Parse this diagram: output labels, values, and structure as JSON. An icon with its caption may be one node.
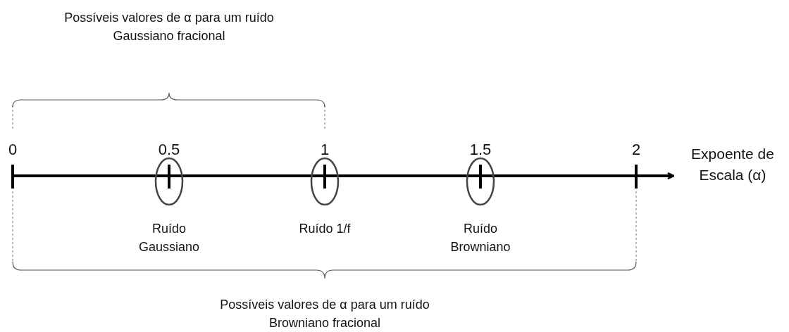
{
  "diagram": {
    "labels": [
      "Possíveis valores de α para um ruído Gaussiano fracional",
      "0",
      "0.5",
      "1",
      "1.5",
      "2",
      "Expoente de Escala (α)",
      "Ruído Gaussiano",
      "Ruído 1/f",
      "Ruído Browniano",
      "Possíveis valores de α para um ruído Browniano fracional"
    ]
  }
}
